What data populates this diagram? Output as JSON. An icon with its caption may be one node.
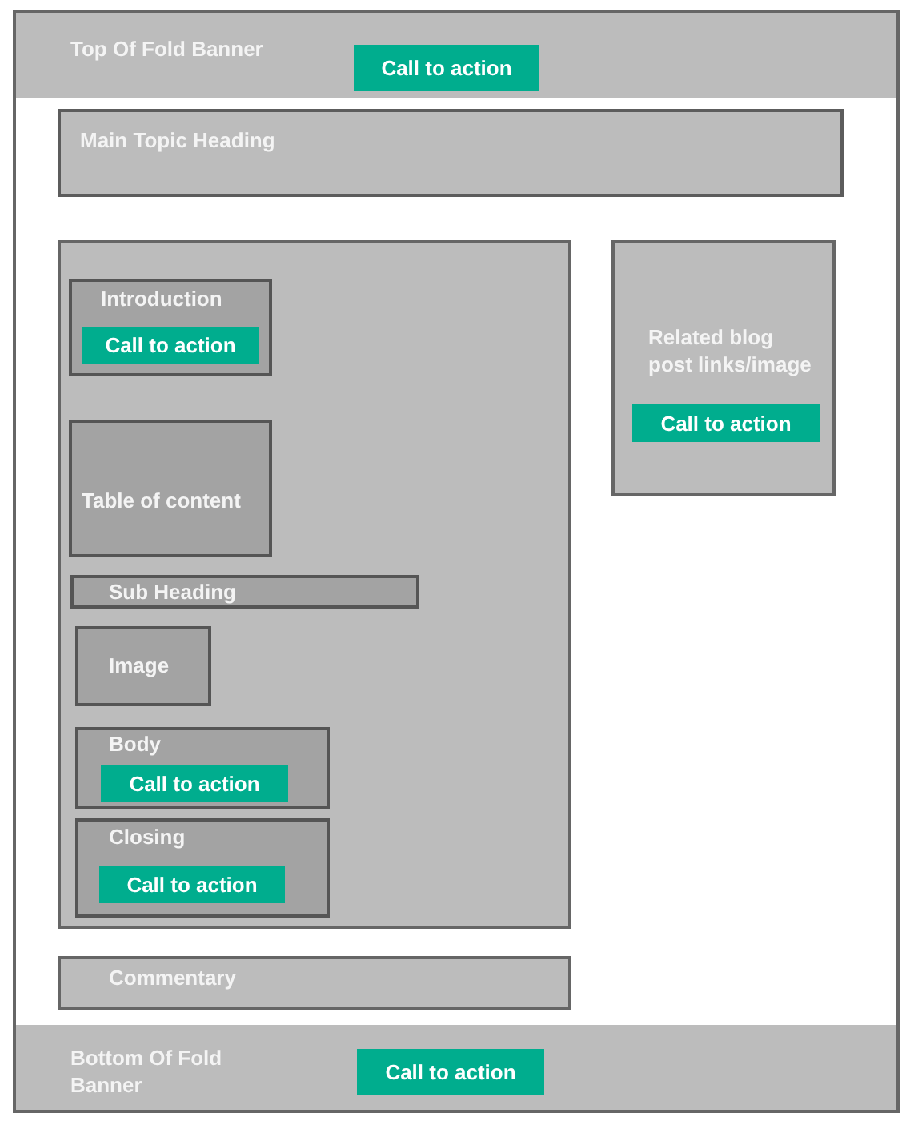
{
  "diagram": {
    "nodes": [
      {
        "text": [],
        "shape": "box"
      },
      {
        "text": [
          "Top Of Fold Banner"
        ],
        "in": 0
      },
      {
        "text": [
          "Call to action"
        ],
        "in": 1
      },
      {
        "text": [
          "Main Topic Heading"
        ],
        "in": 0
      },
      {
        "text": [],
        "shape": "box",
        "in": 0
      },
      {
        "text": [
          "Introduction"
        ],
        "in": 4
      },
      {
        "text": [
          "Call to action"
        ],
        "in": 5
      },
      {
        "text": [
          "Table of content"
        ],
        "in": 4
      },
      {
        "text": [
          "Sub Heading"
        ],
        "in": 4
      },
      {
        "text": [
          "Image"
        ],
        "in": 4
      },
      {
        "text": [
          "Body"
        ],
        "in": 4
      },
      {
        "text": [
          "Call to action"
        ],
        "in": 10
      },
      {
        "text": [
          "Closing"
        ],
        "in": 4
      },
      {
        "text": [
          "Call to action"
        ],
        "in": 12
      },
      {
        "text": [
          "Related blog post links/image"
        ],
        "in": 0
      },
      {
        "text": [
          "Call to action"
        ],
        "in": 14
      },
      {
        "text": [
          "Commentary"
        ],
        "in": 0
      },
      {
        "text": [
          "Bottom Of Fold Banner"
        ],
        "in": 0
      },
      {
        "text": [
          "Call to action"
        ],
        "in": 17
      }
    ],
    "edges": []
  }
}
